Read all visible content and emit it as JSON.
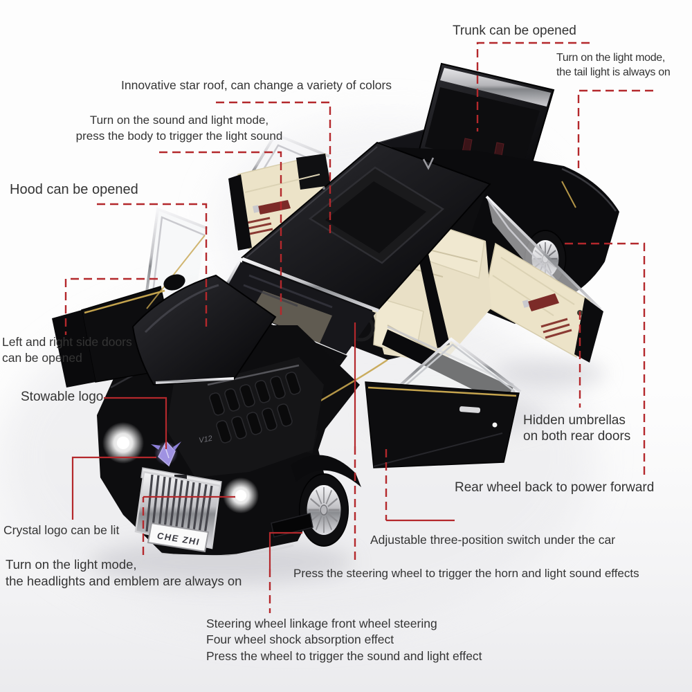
{
  "callouts": {
    "trunk": "Trunk can be opened",
    "tail_light_1": "Turn on the light mode,",
    "tail_light_2": "the tail light is always on",
    "star_roof": "Innovative star roof, can change a variety of colors",
    "sound_light_1": "Turn on the sound and light mode,",
    "sound_light_2": "press the body to trigger the light sound",
    "hood": "Hood can be opened",
    "side_doors_1": "Left and right side doors",
    "side_doors_2": "can be opened",
    "stowable_logo": "Stowable logo",
    "hidden_umbrellas_1": "Hidden umbrellas",
    "hidden_umbrellas_2": "on both rear doors",
    "rear_wheel": "Rear wheel back to power forward",
    "crystal_logo": "Crystal logo can be lit",
    "adjustable_switch": "Adjustable three-position switch under the car",
    "headlights_1": "Turn on the light mode,",
    "headlights_2": "the headlights and emblem are always on",
    "press_steering": "Press the steering wheel to trigger the horn and light sound effects",
    "steering_linkage_1": "Steering wheel linkage front wheel steering",
    "steering_linkage_2": "Four wheel shock absorption effect",
    "steering_linkage_3": "Press the wheel to trigger the sound and light effect"
  },
  "car": {
    "license_plate": "CHE ZHI",
    "engine_marking": "V12"
  },
  "colors": {
    "annotation_line": "#b4282c",
    "label_text": "#343434",
    "car_body_black": "#0d0d0f",
    "interior_cream": "#e9e0c6",
    "gold_pinstripe": "#c5a44e",
    "crystal_purple": "#9f92e2",
    "umbrella_maroon": "#7c2b28",
    "chrome": "#c9c9ce",
    "background": "#fdfdfd"
  }
}
